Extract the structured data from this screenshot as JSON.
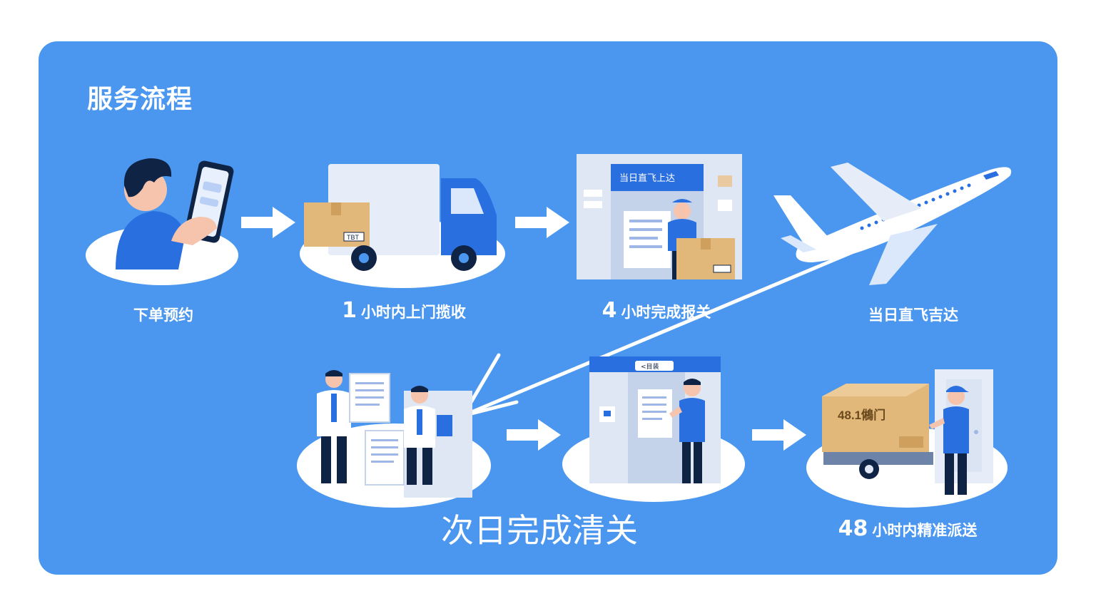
{
  "title": "服务流程",
  "steps": [
    {
      "id": "order",
      "number": "",
      "text": "下单预约",
      "icon": "person-phone-icon"
    },
    {
      "id": "pickup",
      "number": "1",
      "text": "小时内上门揽收",
      "icon": "truck-icon"
    },
    {
      "id": "customs",
      "number": "4",
      "text": "小时完成报关",
      "icon": "customs-office-icon",
      "sign": "当日直飞上达"
    },
    {
      "id": "flight",
      "number": "",
      "text": "当日直飞吉达",
      "icon": "airplane-icon"
    },
    {
      "id": "clearance",
      "number": "",
      "text": "次日完成清关",
      "icon": "officers-documents-icon"
    },
    {
      "id": "warehouse",
      "number": "",
      "text": "",
      "icon": "warehouse-worker-icon",
      "sign": "<目装"
    },
    {
      "id": "delivery",
      "number": "48",
      "text": "小时内精准派送",
      "icon": "courier-box-icon",
      "box_label": "48.1鵂门"
    }
  ],
  "box_tag": "TBT",
  "colors": {
    "panel": "#4b97f0",
    "white": "#ffffff",
    "accent_blue": "#2a6fe0",
    "navy": "#0f2345",
    "box": "#e2b77a"
  }
}
